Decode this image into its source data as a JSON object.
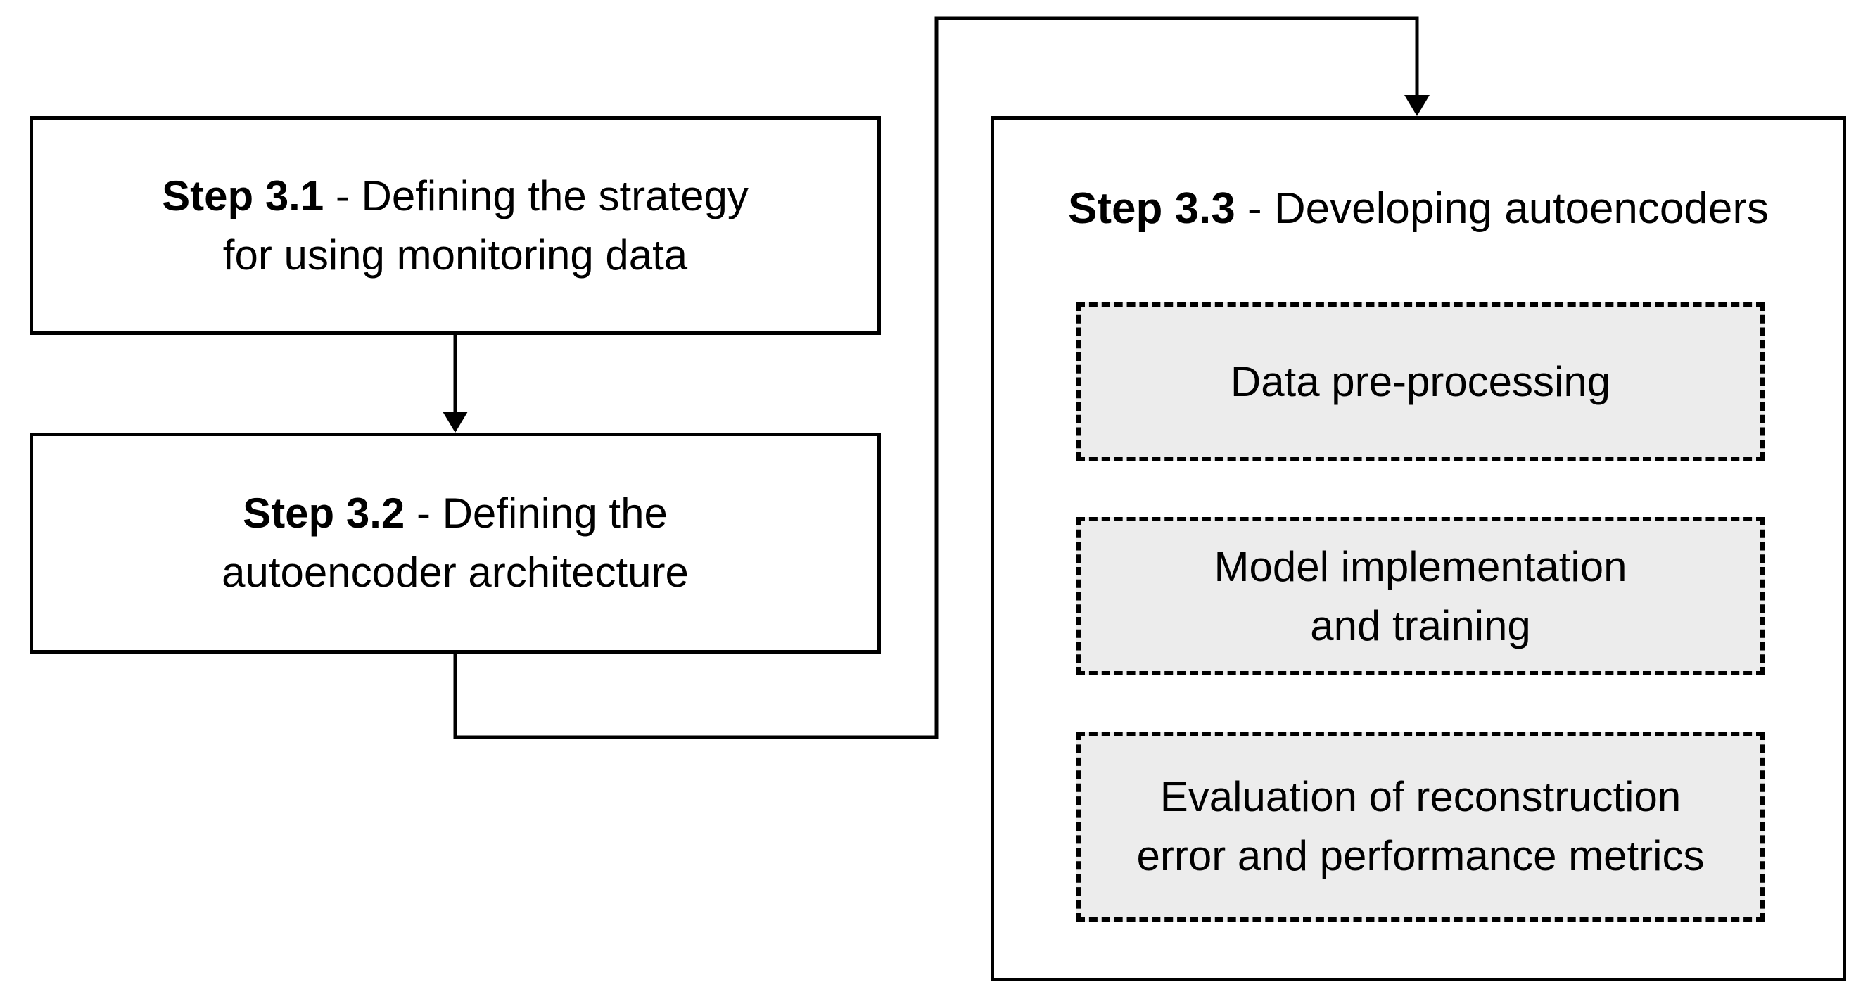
{
  "steps": {
    "step31": {
      "label": "Step 3.1",
      "text_line1": " - Defining the strategy",
      "text_line2": "for using monitoring data"
    },
    "step32": {
      "label": "Step 3.2",
      "text_line1": " - Defining the",
      "text_line2": "autoencoder architecture"
    },
    "step33": {
      "label": "Step 3.3",
      "text": " - Developing autoencoders"
    }
  },
  "substeps": [
    {
      "line1": "Data pre-processing",
      "line2": ""
    },
    {
      "line1": "Model implementation",
      "line2": "and training"
    },
    {
      "line1": "Evaluation of reconstruction",
      "line2": "error and performance metrics"
    }
  ],
  "colors": {
    "stroke": "#000000",
    "substep_fill": "#ececec",
    "box_fill": "#ffffff"
  }
}
